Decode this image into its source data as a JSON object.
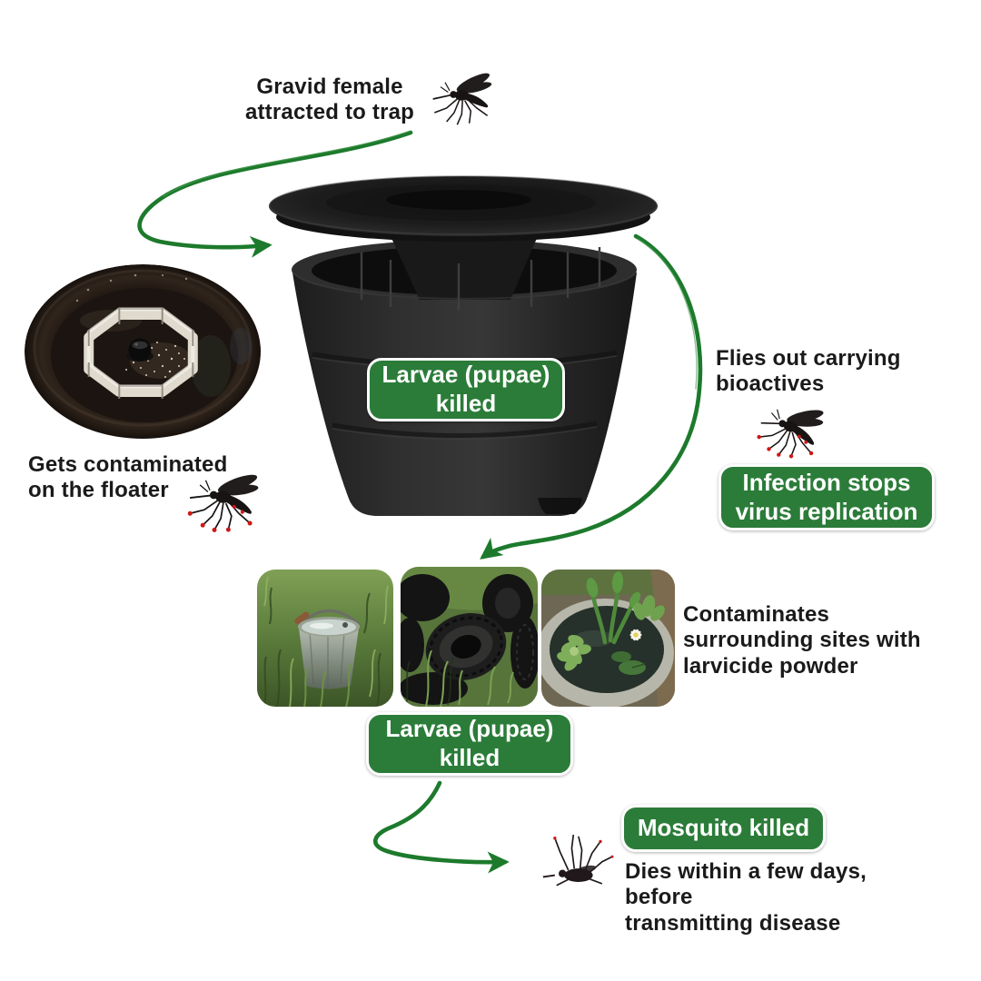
{
  "background": "#ffffff",
  "colors": {
    "badge_green": "#2b7c39",
    "badge_border": "#ffffff",
    "badge_text": "#ffffff",
    "caption_text": "#1a1a1a",
    "arrow_green": "#1d7a2c",
    "contamination_red": "#cf1717",
    "trap_black": "#262626"
  },
  "captions": {
    "attract": {
      "line1": "Gravid female",
      "line2": "attracted to trap"
    },
    "contaminated": {
      "line1": "Gets contaminated",
      "line2": "on the floater"
    },
    "flies_out": {
      "line1": "Flies out carrying",
      "line2": "bioactives"
    },
    "contaminates": {
      "line1": "Contaminates",
      "line2": "surrounding sites with",
      "line3": "larvicide powder"
    },
    "dies": {
      "line1": "Dies within a few days, before",
      "line2": "transmitting disease"
    }
  },
  "badges": {
    "larvae_trap": {
      "line1": "Larvae (pupae)",
      "line2": "killed"
    },
    "infection": {
      "line1": "Infection stops",
      "line2": "virus replication"
    },
    "larvae_sites": {
      "line1": "Larvae (pupae)",
      "line2": "killed"
    },
    "mosquito_killed": {
      "line1": "Mosquito killed"
    }
  },
  "icons": {
    "mosquito_top": "mosquito-icon",
    "mosquito_contaminated": "contaminated-mosquito-icon",
    "mosquito_dead": "dead-mosquito-icon",
    "arrows": [
      "arrow-to-trap",
      "arrow-to-breeding-sites",
      "arrow-to-dead-mosquito"
    ]
  },
  "photos": {
    "floater": "trap-water-floater-photo",
    "bucket": "water-bucket-photo",
    "tires": "old-tires-photo",
    "plant_pot": "container-pond-photo"
  }
}
